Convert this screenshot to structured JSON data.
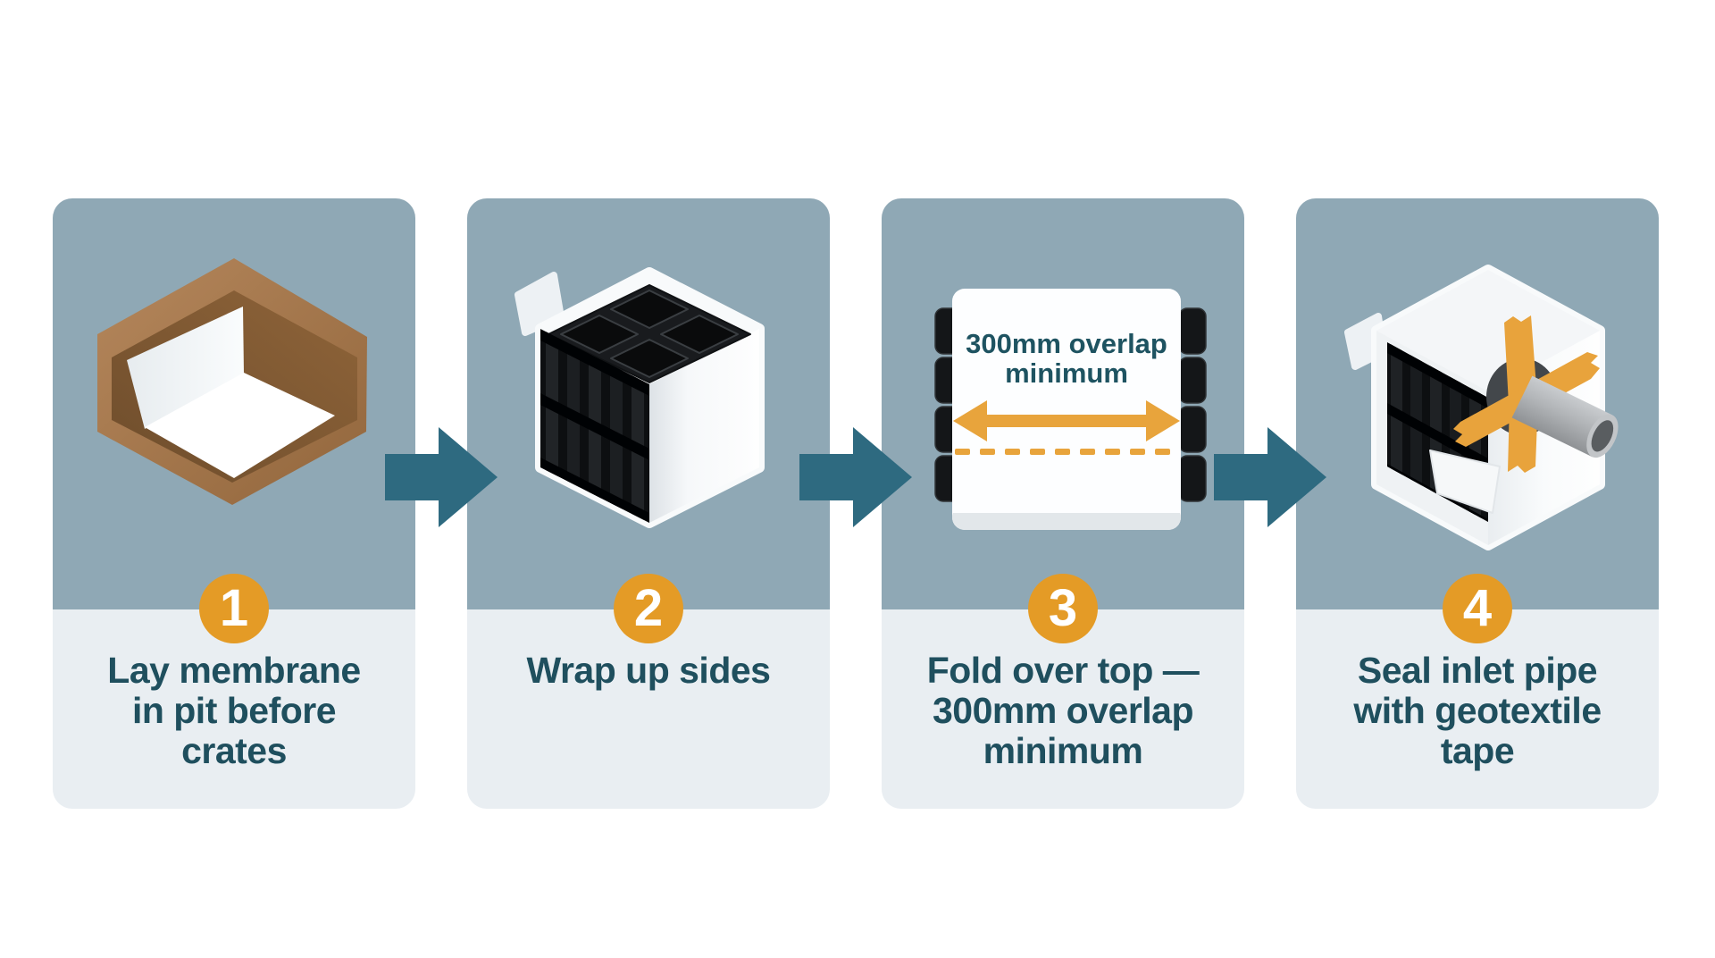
{
  "infographic": {
    "title_visible": false,
    "background_color": "#FFFFFF",
    "panel_top_color": "#8FA8B5",
    "panel_bottom_color": "#E9EEF2",
    "badge_color": "#E49B26",
    "caption_color": "#1F4F5E",
    "flow_arrow_color": "#2E6A80",
    "tape_orange": "#E8A33C"
  },
  "steps": [
    {
      "number": "1",
      "caption": "Lay membrane\nin pit before\ncrates",
      "illustration": "excavated-pit-with-white-membrane"
    },
    {
      "number": "2",
      "caption": "Wrap up sides",
      "illustration": "black-crate-stack-wrapped-in-membrane"
    },
    {
      "number": "3",
      "caption": "Fold over top —\n300mm overlap\nminimum",
      "illustration": "membrane-fold-overlap-diagram",
      "diagram_label": "300mm overlap\nminimum"
    },
    {
      "number": "4",
      "caption": "Seal inlet pipe\nwith geotextile\ntape",
      "illustration": "wrapped-crate-with-inlet-pipe-and-tape"
    }
  ]
}
